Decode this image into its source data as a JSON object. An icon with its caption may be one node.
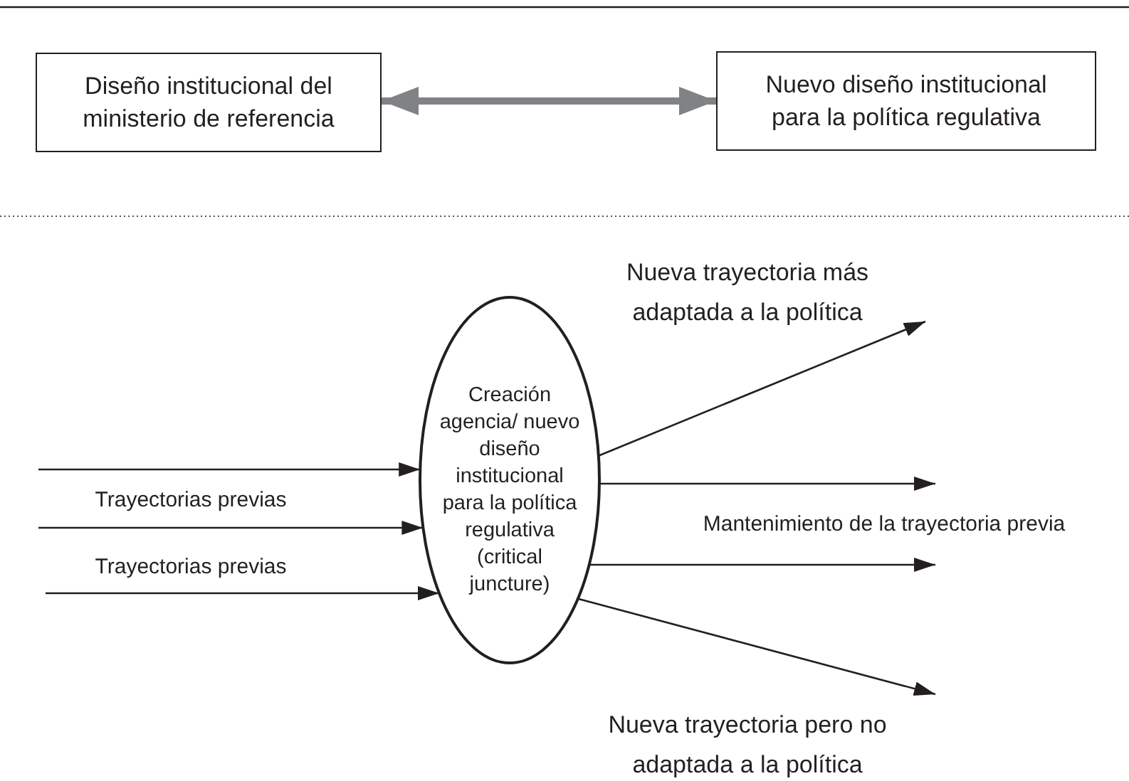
{
  "diagram": {
    "nodes": [
      {
        "text": [
          "Diseño institucional del ministerio de referencia"
        ]
      },
      {
        "text": [
          "Nuevo diseño institucional para la política regulativa"
        ]
      },
      {
        "text": [
          "Creación agencia/ nuevo diseño institucional para la política regulativa (critical juncture)"
        ]
      }
    ],
    "edges": [
      {
        "from": 0,
        "to": 1,
        "arrow": "both",
        "style": "thick",
        "color": "#808285"
      },
      {
        "from": null,
        "to": 2,
        "arrow": "to"
      },
      {
        "from": null,
        "to": 2,
        "arrow": "to"
      },
      {
        "from": null,
        "to": 2,
        "arrow": "to"
      },
      {
        "from": 2,
        "to": null,
        "arrow": "to"
      },
      {
        "from": 2,
        "to": null,
        "arrow": "to"
      },
      {
        "from": 2,
        "to": null,
        "arrow": "to"
      },
      {
        "from": 2,
        "to": null,
        "arrow": "to"
      }
    ],
    "labels": [
      "Nueva trayectoria más adaptada a la política",
      "Trayectorias previas",
      "Mantenimiento de la trayectoria previa",
      "Trayectorias previas",
      "Nueva trayectoria pero no adaptada a la política"
    ]
  }
}
